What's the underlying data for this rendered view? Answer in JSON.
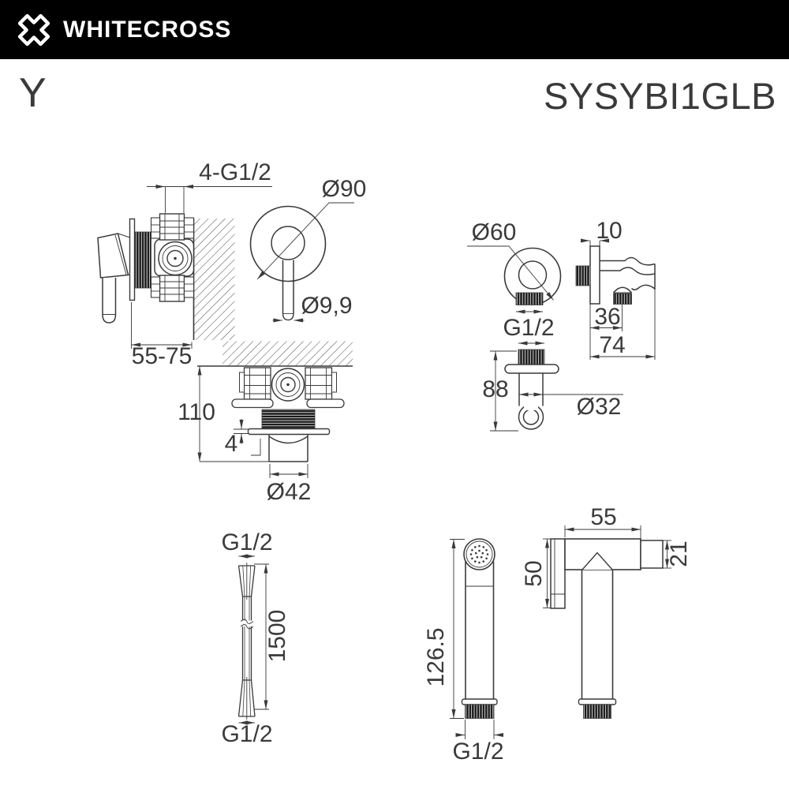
{
  "header": {
    "brand": "WHITECROSS"
  },
  "product": {
    "series": "Y",
    "model": "SYSYBI1GLB"
  },
  "colors": {
    "header_bg": "#000000",
    "header_fg": "#ffffff",
    "line": "#3a3a3a",
    "text": "#3a3a3a"
  },
  "views": {
    "mixer_side": {
      "dims": {
        "ports": "4-G1/2",
        "installation_depth": "55-75"
      }
    },
    "mixer_front": {
      "dims": {
        "plate_diameter": "Ø90",
        "handle_diameter": "Ø9,9"
      }
    },
    "mixer_bottom": {
      "dims": {
        "body_height": "110",
        "plate_thickness": "4",
        "spout_diameter": "Ø42"
      }
    },
    "outlet_front": {
      "dims": {
        "plate_diameter": "Ø60",
        "thread": "G1/2"
      }
    },
    "outlet_side": {
      "dims": {
        "plate_thickness": "10",
        "cone_offset": "36",
        "total_depth": "74"
      }
    },
    "holder": {
      "dims": {
        "height": "88",
        "clip_diameter": "Ø32"
      }
    },
    "hose": {
      "dims": {
        "top_thread": "G1/2",
        "length": "1500",
        "bottom_thread": "G1/2"
      }
    },
    "handspray_front": {
      "dims": {
        "height": "126.5",
        "thread": "G1/2"
      }
    },
    "handspray_side": {
      "dims": {
        "head_length": "55",
        "head_height": "50",
        "spout_height": "21"
      }
    }
  }
}
